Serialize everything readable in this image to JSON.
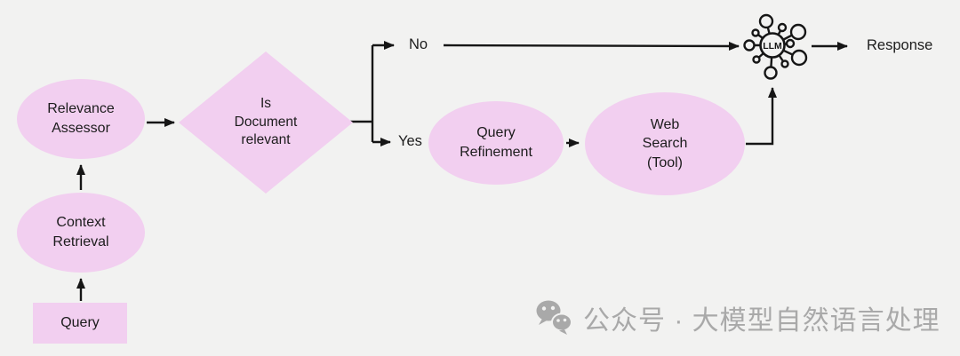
{
  "title": "corrective-rag-flowchart",
  "colors": {
    "background": "#f2f2f1",
    "node_fill": "#f2cff0",
    "line": "#161616",
    "text": "#1c1c1c",
    "watermark": "#a9a9a9"
  },
  "nodes": {
    "query": {
      "label": "Query",
      "shape": "rectangle"
    },
    "context_retrieval": {
      "label": "Context\nRetrieval",
      "shape": "ellipse"
    },
    "relevance_assessor": {
      "label": "Relevance\nAssessor",
      "shape": "ellipse"
    },
    "decision": {
      "label": "Is\nDocument\nrelevant",
      "shape": "diamond"
    },
    "query_refinement": {
      "label": "Query\nRefinement",
      "shape": "ellipse"
    },
    "web_search": {
      "label": "Web\nSearch\n(Tool)",
      "shape": "ellipse"
    },
    "llm": {
      "label": "LLM",
      "shape": "network-icon"
    }
  },
  "edge_labels": {
    "no": "No",
    "yes": "Yes",
    "response": "Response"
  },
  "watermark": {
    "text": "公众号 · 大模型自然语言处理"
  }
}
